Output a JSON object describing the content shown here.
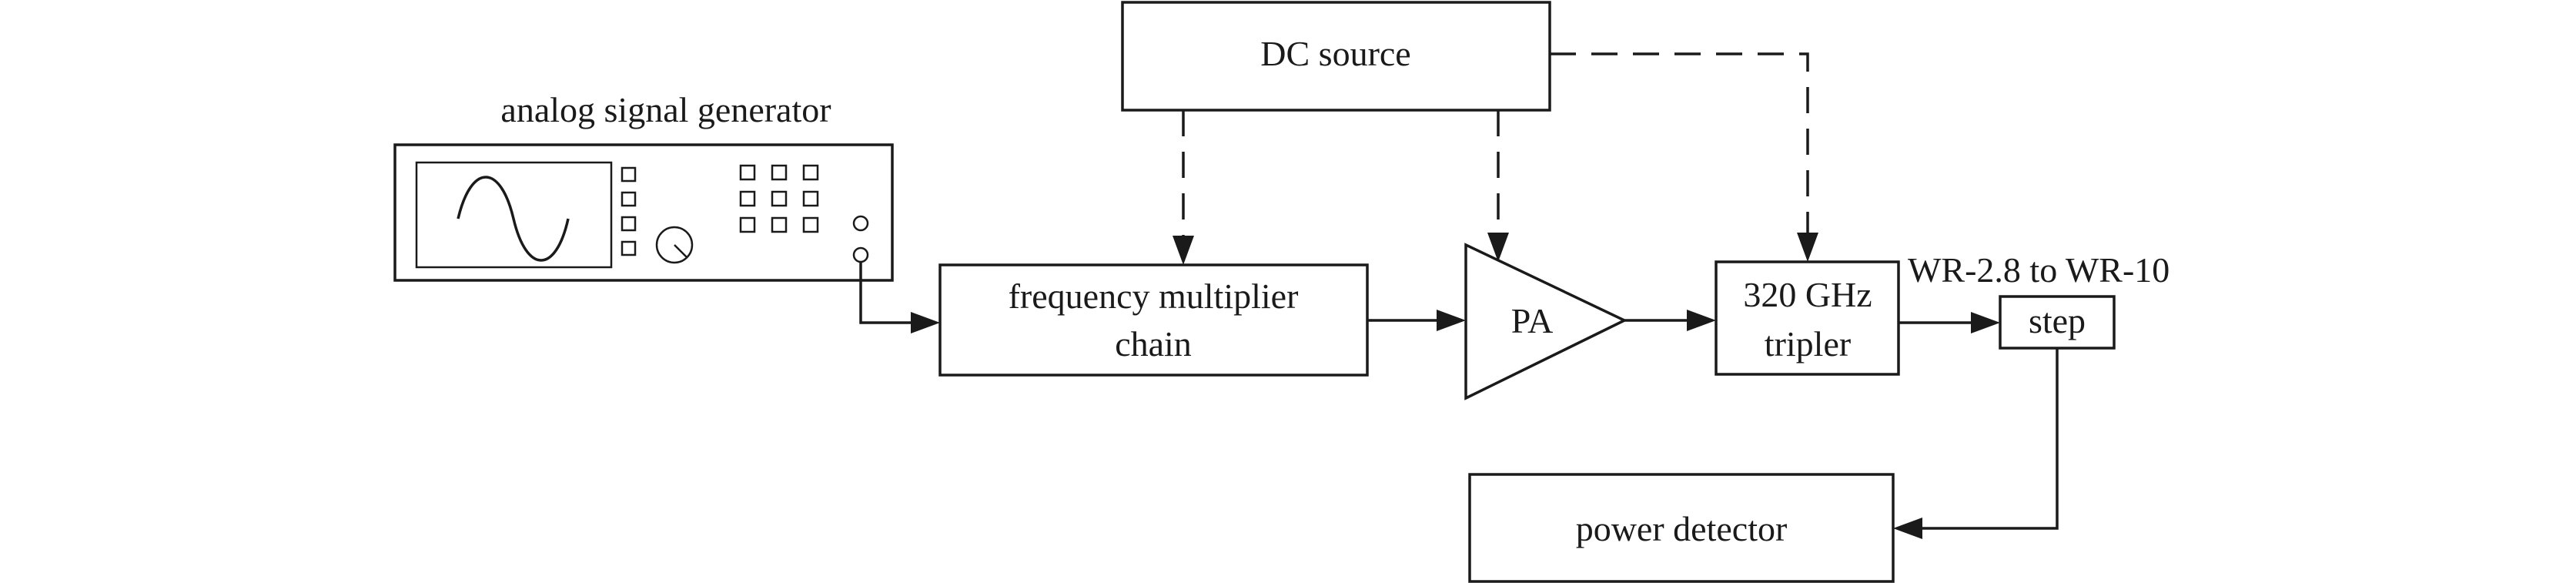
{
  "blocks": {
    "dc_source": "DC source",
    "generator": "analog signal generator",
    "multiplier_line1": "frequency multiplier",
    "multiplier_line2": "chain",
    "pa": "PA",
    "tripler_line1": "320 GHz",
    "tripler_line2": "tripler",
    "step_caption": "WR-2.8 to WR-10",
    "step": "step",
    "detector": "power detector"
  },
  "connections": [
    {
      "from": "analog signal generator",
      "to": "frequency multiplier chain",
      "style": "solid"
    },
    {
      "from": "frequency multiplier chain",
      "to": "PA",
      "style": "solid"
    },
    {
      "from": "PA",
      "to": "320 GHz tripler",
      "style": "solid"
    },
    {
      "from": "320 GHz tripler",
      "to": "step",
      "style": "solid"
    },
    {
      "from": "step",
      "to": "power detector",
      "style": "solid"
    },
    {
      "from": "DC source",
      "to": "frequency multiplier chain",
      "style": "dashed"
    },
    {
      "from": "DC source",
      "to": "PA",
      "style": "dashed"
    },
    {
      "from": "DC source",
      "to": "320 GHz tripler",
      "style": "dashed"
    }
  ]
}
